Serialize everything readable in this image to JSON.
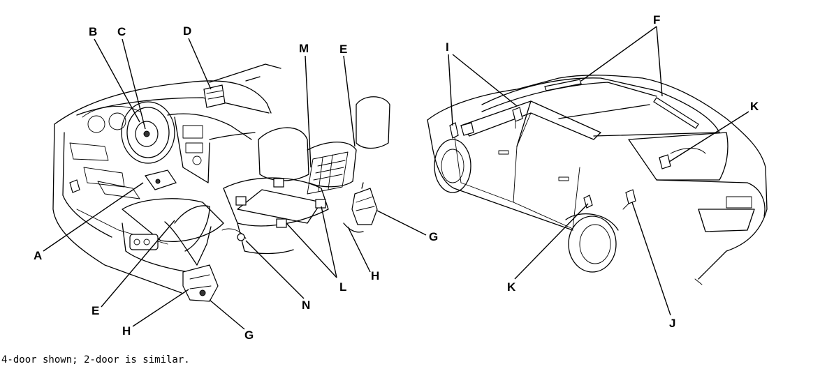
{
  "figure": {
    "caption": "4-door shown; 2-door is similar."
  },
  "callouts": {
    "A": "A",
    "B": "B",
    "C": "C",
    "D": "D",
    "E_seat": "E",
    "E_top": "E",
    "F": "F",
    "G_front": "G",
    "G_right": "G",
    "H_front": "H",
    "H_right": "H",
    "I": "I",
    "J": "J",
    "K_top": "K",
    "K_bottom": "K",
    "L": "L",
    "M": "M",
    "N": "N"
  }
}
